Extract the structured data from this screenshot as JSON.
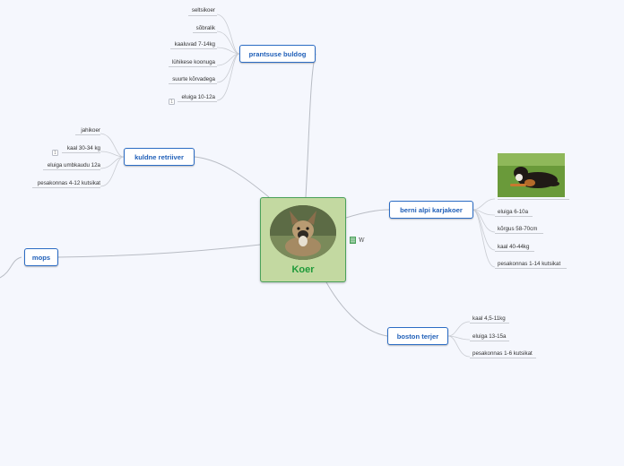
{
  "central": {
    "title": "Koer",
    "image_icon": "french-bulldog-photo"
  },
  "notes_indicator": {
    "icon": "notes-icon",
    "letter": "W"
  },
  "topics": {
    "prantsuse_buldog": {
      "label": "prantsuse buldog",
      "children": [
        "seltsikoer",
        "sõbralik",
        "kaaluvad 7-14kg",
        "lühikese koonuga",
        "suurte kõrvadega",
        "eluiga 10-12a"
      ],
      "badge": "1"
    },
    "kuldne_retriiver": {
      "label": "kuldne retriiver",
      "children": [
        "jahikoer",
        "kaal 30-34 kg",
        "eluiga umbkaudu 12a",
        "pesakonnas 4-12 kutsikat"
      ],
      "badge": "1"
    },
    "mops": {
      "label": "mops"
    },
    "berni_alpi_karjakoer": {
      "label": "berni alpi karjakoer",
      "image_icon": "bernese-mountain-dog-photo",
      "children": [
        "eluiga 6-10a",
        "kõrgus 58-70cm",
        "kaal 40-44kg",
        "pesakonnas 1-14 kutsikat"
      ]
    },
    "boston_terjer": {
      "label": "boston terjer",
      "children": [
        "kaal 4,5-11kg",
        "eluiga 13-15a",
        "pesakonnas 1-6 kutsikat"
      ]
    }
  },
  "colors": {
    "background": "#f5f7fd",
    "topic_border": "#2b6cc4",
    "topic_text": "#1f5fb8",
    "central_fill": "#c3d9a1",
    "central_border": "#4aa15a",
    "central_text": "#1f9a3a",
    "connector": "#b8bcc4"
  }
}
